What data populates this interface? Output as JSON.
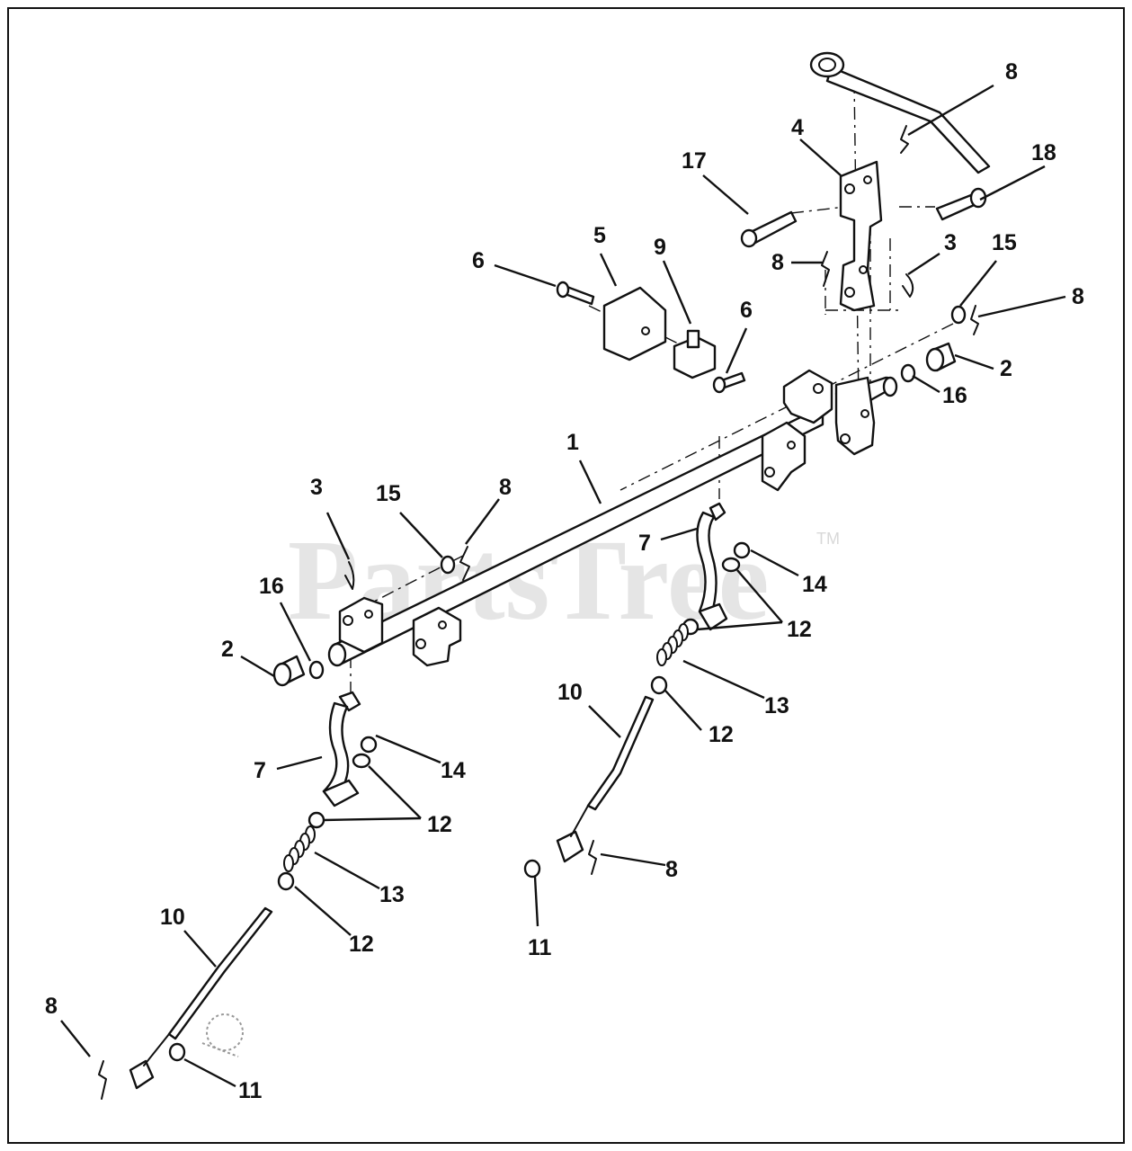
{
  "watermark": {
    "text": "PartsTree",
    "trademark": "TM",
    "color": "#e5e5e5"
  },
  "callouts": [
    {
      "id": "c-8-top",
      "text": "8"
    },
    {
      "id": "c-4",
      "text": "4"
    },
    {
      "id": "c-17",
      "text": "17"
    },
    {
      "id": "c-18",
      "text": "18"
    },
    {
      "id": "c-5",
      "text": "5"
    },
    {
      "id": "c-9",
      "text": "9"
    },
    {
      "id": "c-6-left",
      "text": "6"
    },
    {
      "id": "c-6-right",
      "text": "6"
    },
    {
      "id": "c-8-mid",
      "text": "8"
    },
    {
      "id": "c-3-right",
      "text": "3"
    },
    {
      "id": "c-15-right",
      "text": "15"
    },
    {
      "id": "c-8-right",
      "text": "8"
    },
    {
      "id": "c-2-right",
      "text": "2"
    },
    {
      "id": "c-16-right",
      "text": "16"
    },
    {
      "id": "c-1",
      "text": "1"
    },
    {
      "id": "c-3-left",
      "text": "3"
    },
    {
      "id": "c-15-left",
      "text": "15"
    },
    {
      "id": "c-8-left",
      "text": "8"
    },
    {
      "id": "c-16-left",
      "text": "16"
    },
    {
      "id": "c-2-left",
      "text": "2"
    },
    {
      "id": "c-7-right",
      "text": "7"
    },
    {
      "id": "c-14-right",
      "text": "14"
    },
    {
      "id": "c-12-right-a",
      "text": "12"
    },
    {
      "id": "c-13-right",
      "text": "13"
    },
    {
      "id": "c-10-right",
      "text": "10"
    },
    {
      "id": "c-12-right-b",
      "text": "12"
    },
    {
      "id": "c-8-lower-right",
      "text": "8"
    },
    {
      "id": "c-11-right",
      "text": "11"
    },
    {
      "id": "c-7-left",
      "text": "7"
    },
    {
      "id": "c-14-left",
      "text": "14"
    },
    {
      "id": "c-12-left-a",
      "text": "12"
    },
    {
      "id": "c-13-left",
      "text": "13"
    },
    {
      "id": "c-12-left-b",
      "text": "12"
    },
    {
      "id": "c-10-left",
      "text": "10"
    },
    {
      "id": "c-8-bottom",
      "text": "8"
    },
    {
      "id": "c-11-left",
      "text": "11"
    }
  ]
}
